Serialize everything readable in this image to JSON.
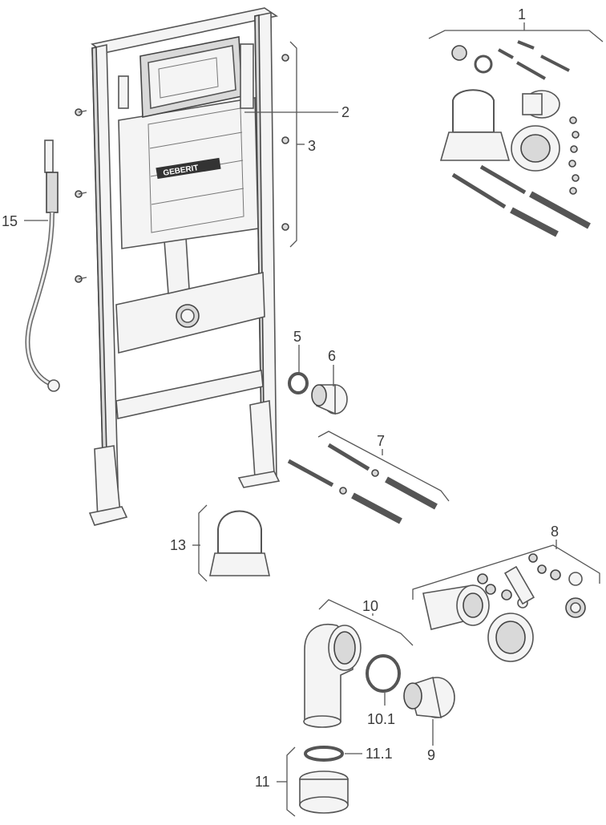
{
  "diagram": {
    "callouts": {
      "c1": "1",
      "c2": "2",
      "c3": "3",
      "c5": "5",
      "c6": "6",
      "c7": "7",
      "c8": "8",
      "c9": "9",
      "c10": "10",
      "c10_1": "10.1",
      "c11": "11",
      "c11_1": "11.1",
      "c13": "13",
      "c15": "15"
    },
    "brand_text": "GEBERIT"
  }
}
